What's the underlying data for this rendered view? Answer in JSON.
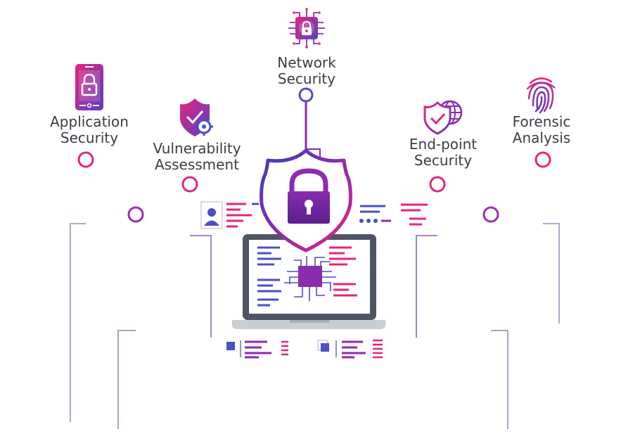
{
  "nodes": {
    "application_security": {
      "line1": "Application",
      "line2": "Security",
      "icon": "mobile-lock-icon"
    },
    "vulnerability_assessment": {
      "line1": "Vulnerability",
      "line2": "Assessment",
      "icon": "shield-gear-icon"
    },
    "network_security": {
      "line1": "Network",
      "line2": "Security",
      "icon": "circuit-lock-icon"
    },
    "endpoint_security": {
      "line1": "End-point",
      "line2": "Security",
      "icon": "shield-globe-icon"
    },
    "forensic_analysis": {
      "line1": "Forensic",
      "line2": "Analysis",
      "icon": "fingerprint-icon"
    }
  },
  "center": {
    "icon": "laptop-shield-lock-icon"
  },
  "colors": {
    "magenta": "#e5257c",
    "purple": "#8a2bb0",
    "blue": "#4a4fc4",
    "lavender": "#8f93d6",
    "text": "#3a3d46",
    "laptop_frame": "#4e5565",
    "laptop_base": "#c9cdd4"
  }
}
